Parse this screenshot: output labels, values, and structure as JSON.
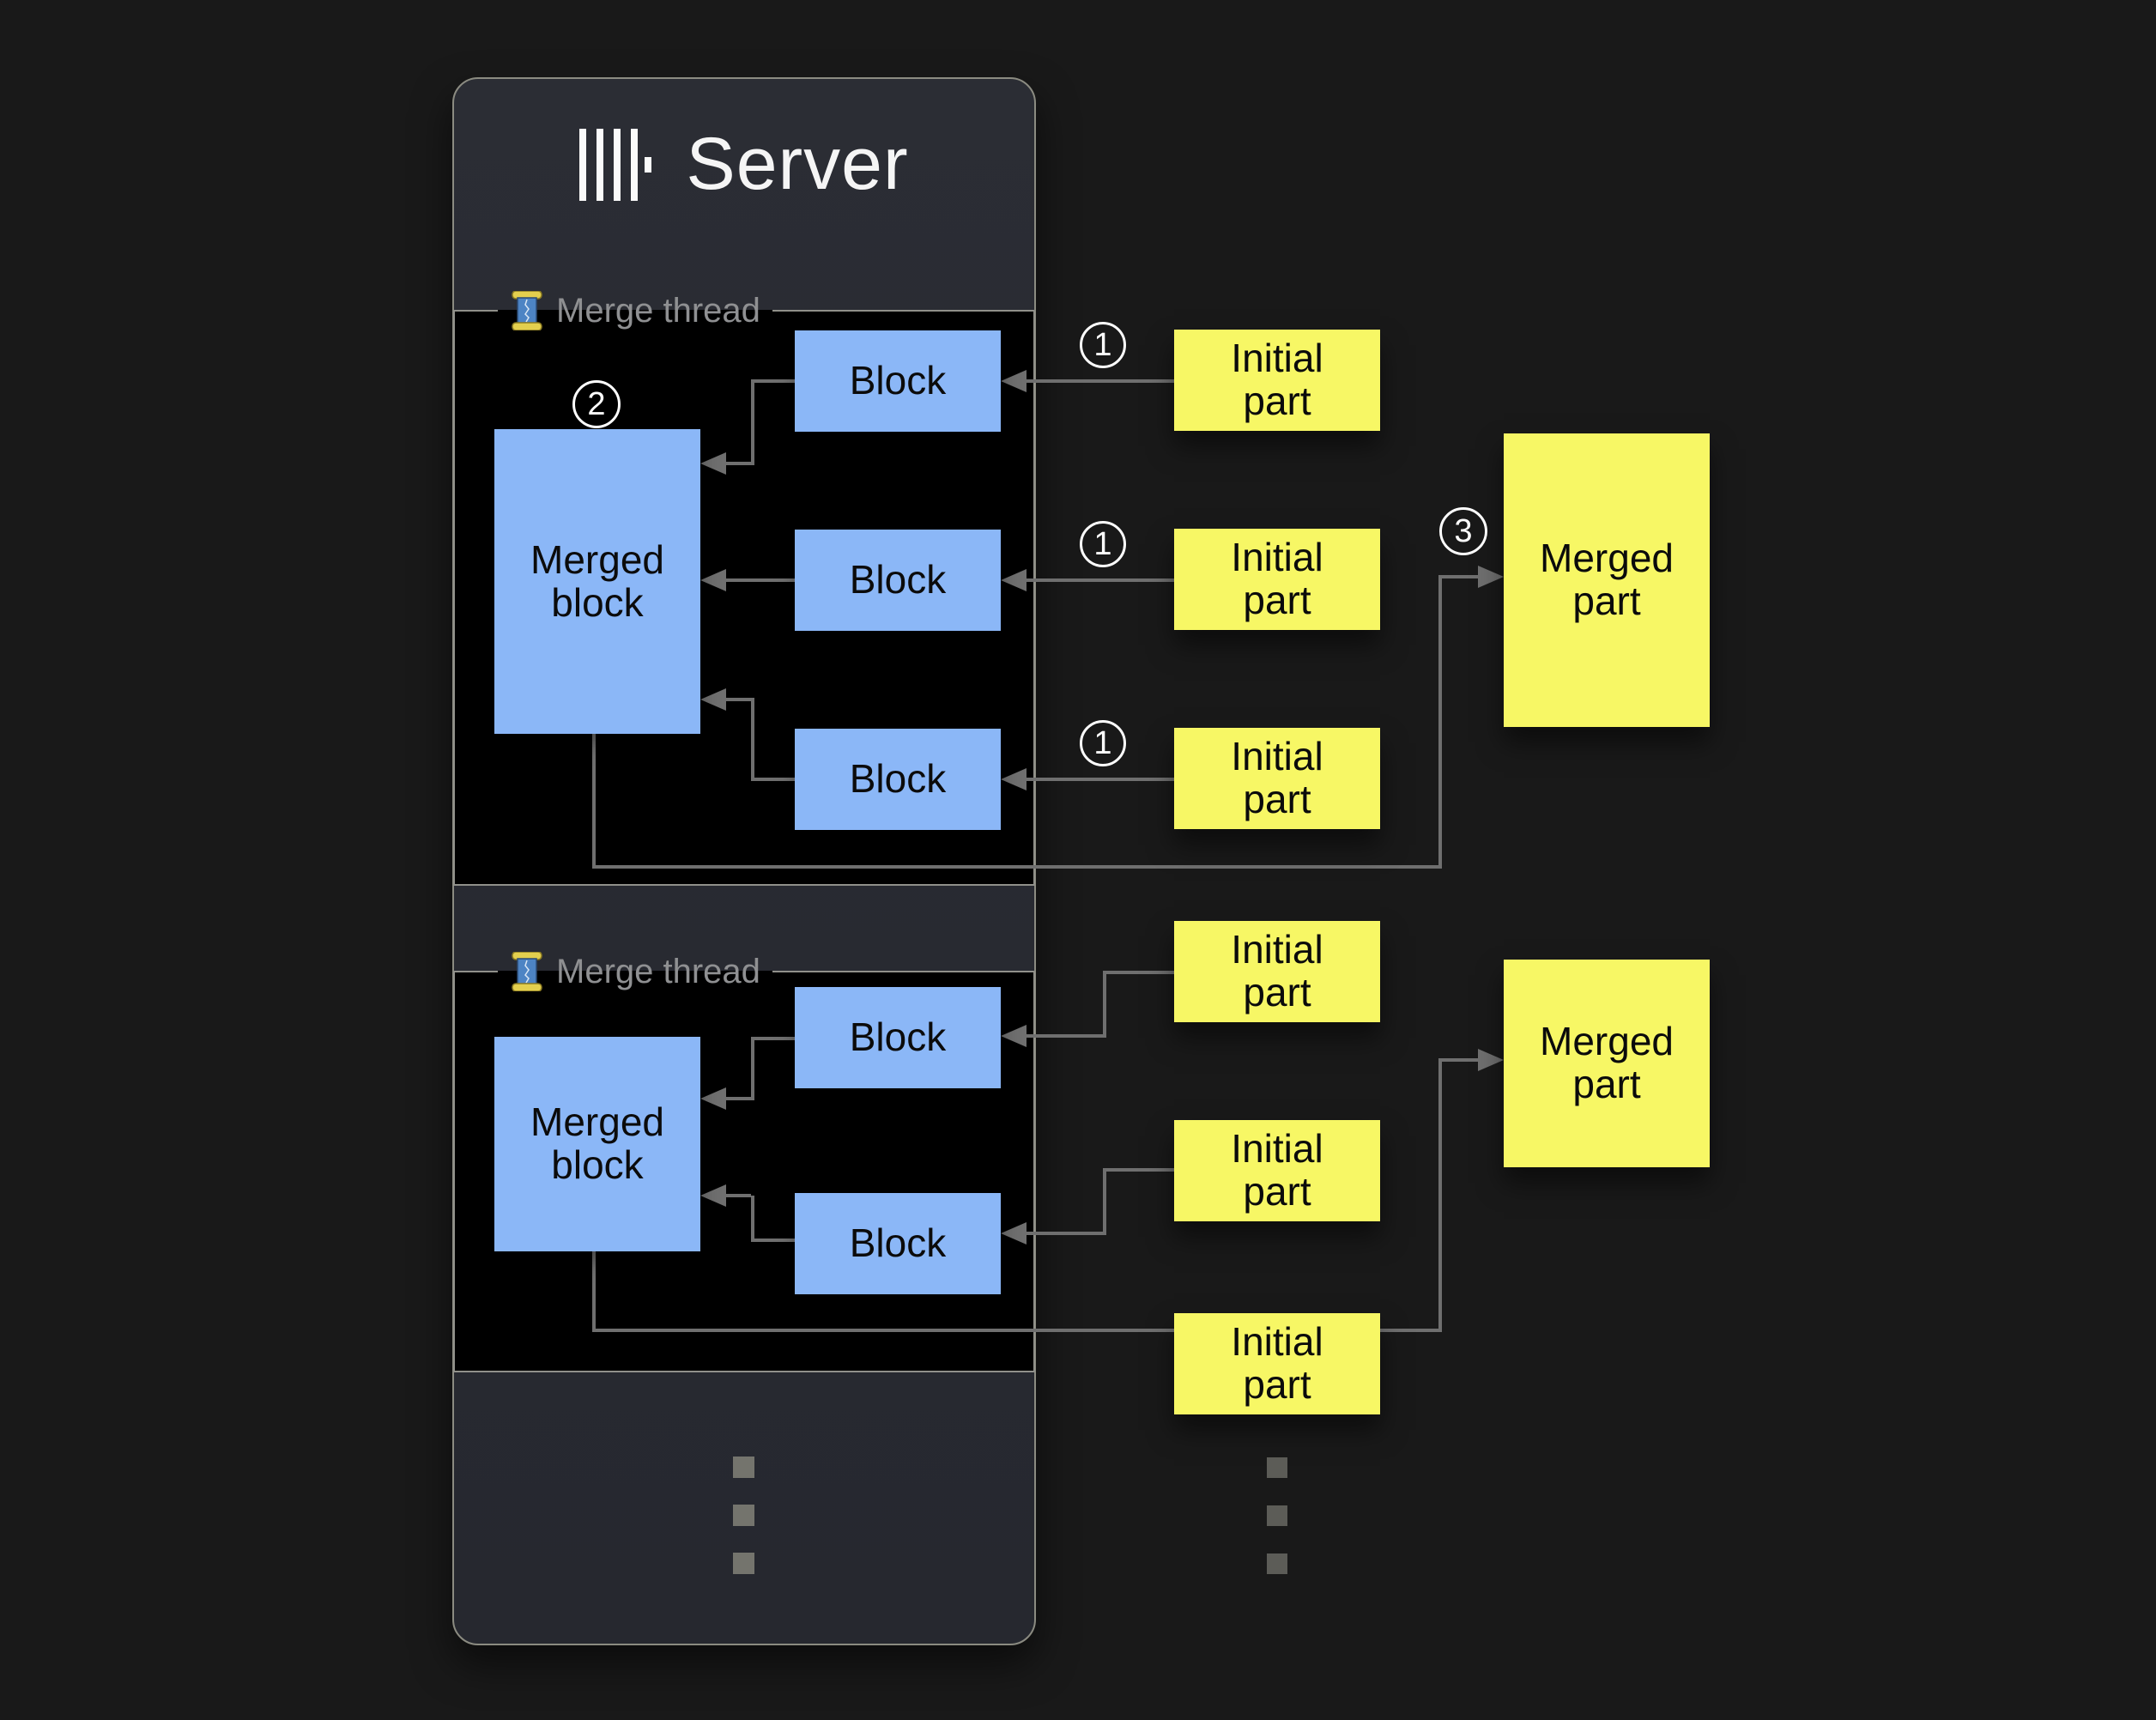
{
  "colors": {
    "background": "#191919",
    "server_panel": "#27292f",
    "thread_box": "#000000",
    "block_fill": "#8bb7f7",
    "part_fill": "#f7f765",
    "arrow": "#6f6f6f",
    "title_text": "#f5f5f5",
    "legend_text": "#8f9092"
  },
  "server": {
    "title": "Server",
    "logo": "clickhouse-logo"
  },
  "threads": [
    {
      "legend": "Merge thread",
      "merged_block_label": "Merged block",
      "block_labels": [
        "Block",
        "Block",
        "Block"
      ]
    },
    {
      "legend": "Merge thread",
      "merged_block_label": "Merged block",
      "block_labels": [
        "Block",
        "Block"
      ]
    }
  ],
  "flow": {
    "initial_part_labels": [
      "Initial part",
      "Initial part",
      "Initial part",
      "Initial part",
      "Initial part",
      "Initial part"
    ],
    "merged_part_labels": [
      "Merged part",
      "Merged part"
    ],
    "markers": {
      "step1": "1",
      "step2": "2",
      "step3": "3"
    }
  }
}
